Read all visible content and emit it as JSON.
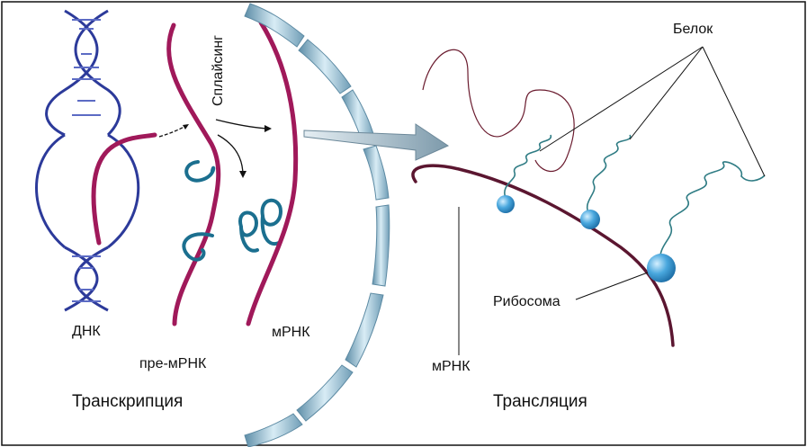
{
  "labels": {
    "dna": "ДНК",
    "pre_mrna": "пре-мРНК",
    "mrna_left": "мРНК",
    "splicing": "Сплайсинг",
    "transcription": "Транскрипция",
    "protein": "Белок",
    "ribosome": "Рибосома",
    "mrna_right": "мРНК",
    "translation": "Трансляция"
  },
  "colors": {
    "dna": "#2c3a9a",
    "rna": "#a0195a",
    "intron": "#1b6f8f",
    "mrna_translation": "#5b1630",
    "membrane": "#9fc3d6",
    "ribosome": "#4aa8de",
    "protein_coil": "#2f7c84"
  }
}
